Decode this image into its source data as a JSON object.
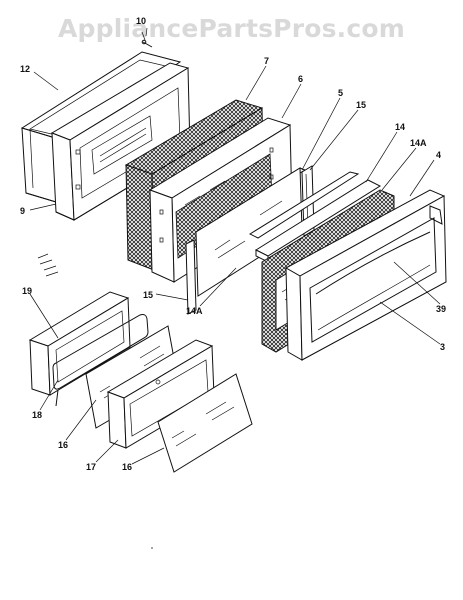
{
  "watermark": "AppliancePartsPros.com",
  "part_labels": {
    "p10": "10",
    "p12": "12",
    "p7": "7",
    "p6": "6",
    "p5": "5",
    "p15a": "15",
    "p14": "14",
    "p14Aa": "14A",
    "p4": "4",
    "p9": "9",
    "p15b": "15",
    "p14Ab": "14A",
    "p39": "39",
    "p3": "3",
    "p19": "19",
    "p18": "18",
    "p16a": "16",
    "p17": "17",
    "p16b": "16"
  }
}
